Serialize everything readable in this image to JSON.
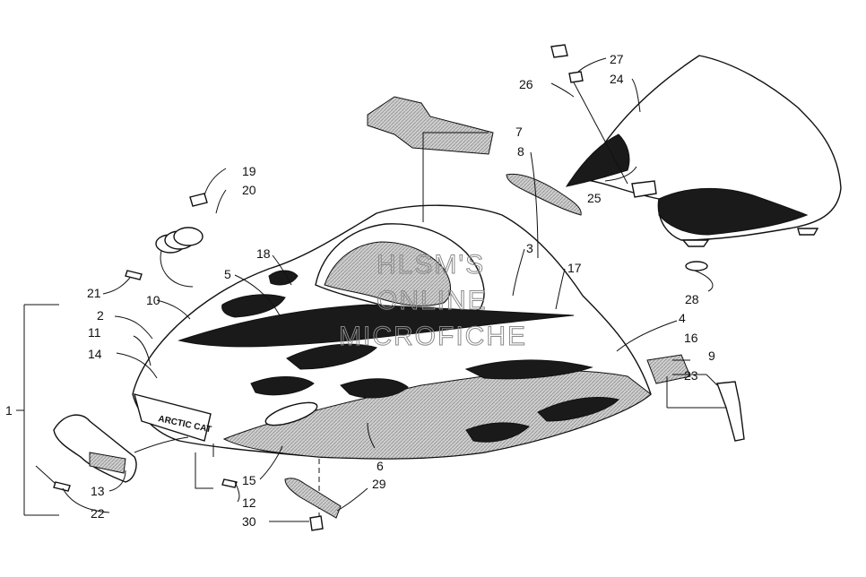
{
  "watermark": {
    "line1": "HLSM'S",
    "line2": "ONLINE",
    "line3": "MICROFICHE"
  },
  "decals": {
    "brand": "ARCTIC CAT"
  },
  "callouts": [
    {
      "id": "c1",
      "label": "1"
    },
    {
      "id": "c2",
      "label": "2"
    },
    {
      "id": "c3",
      "label": "3"
    },
    {
      "id": "c4",
      "label": "4"
    },
    {
      "id": "c5",
      "label": "5"
    },
    {
      "id": "c6",
      "label": "6"
    },
    {
      "id": "c7",
      "label": "7"
    },
    {
      "id": "c8",
      "label": "8"
    },
    {
      "id": "c9",
      "label": "9"
    },
    {
      "id": "c10",
      "label": "10"
    },
    {
      "id": "c11",
      "label": "11"
    },
    {
      "id": "c12",
      "label": "12"
    },
    {
      "id": "c13",
      "label": "13"
    },
    {
      "id": "c14",
      "label": "14"
    },
    {
      "id": "c15",
      "label": "15"
    },
    {
      "id": "c16",
      "label": "16"
    },
    {
      "id": "c17",
      "label": "17"
    },
    {
      "id": "c18",
      "label": "18"
    },
    {
      "id": "c19",
      "label": "19"
    },
    {
      "id": "c20",
      "label": "20"
    },
    {
      "id": "c21",
      "label": "21"
    },
    {
      "id": "c22",
      "label": "22"
    },
    {
      "id": "c23",
      "label": "23"
    },
    {
      "id": "c24",
      "label": "24"
    },
    {
      "id": "c25",
      "label": "25"
    },
    {
      "id": "c26",
      "label": "26"
    },
    {
      "id": "c27",
      "label": "27"
    },
    {
      "id": "c28",
      "label": "28"
    },
    {
      "id": "c29",
      "label": "29"
    },
    {
      "id": "c30",
      "label": "30"
    }
  ]
}
